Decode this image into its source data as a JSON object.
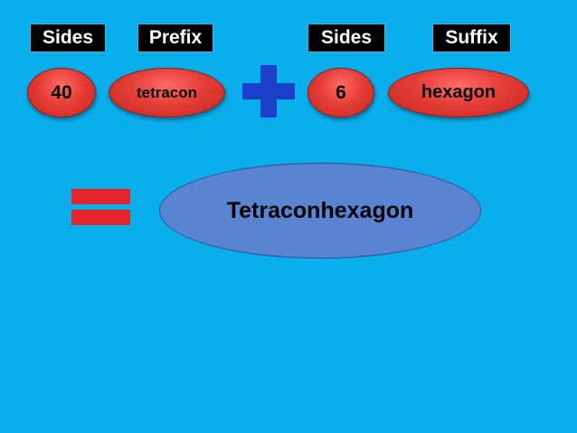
{
  "headers": {
    "sides_1": "Sides",
    "prefix": "Prefix",
    "sides_2": "Sides",
    "suffix": "Suffix"
  },
  "values": {
    "prefix_sides": "40",
    "prefix_name": "tetracon",
    "suffix_sides": "6",
    "suffix_name": "hexagon"
  },
  "result": "Tetraconhexagon",
  "colors": {
    "background": "#0aaeea",
    "label_box": "#000000",
    "pill": "#e53d36",
    "plus_sign": "#1b3fc9",
    "equals_sign": "#e4232b",
    "result_ellipse": "#5884d2"
  }
}
